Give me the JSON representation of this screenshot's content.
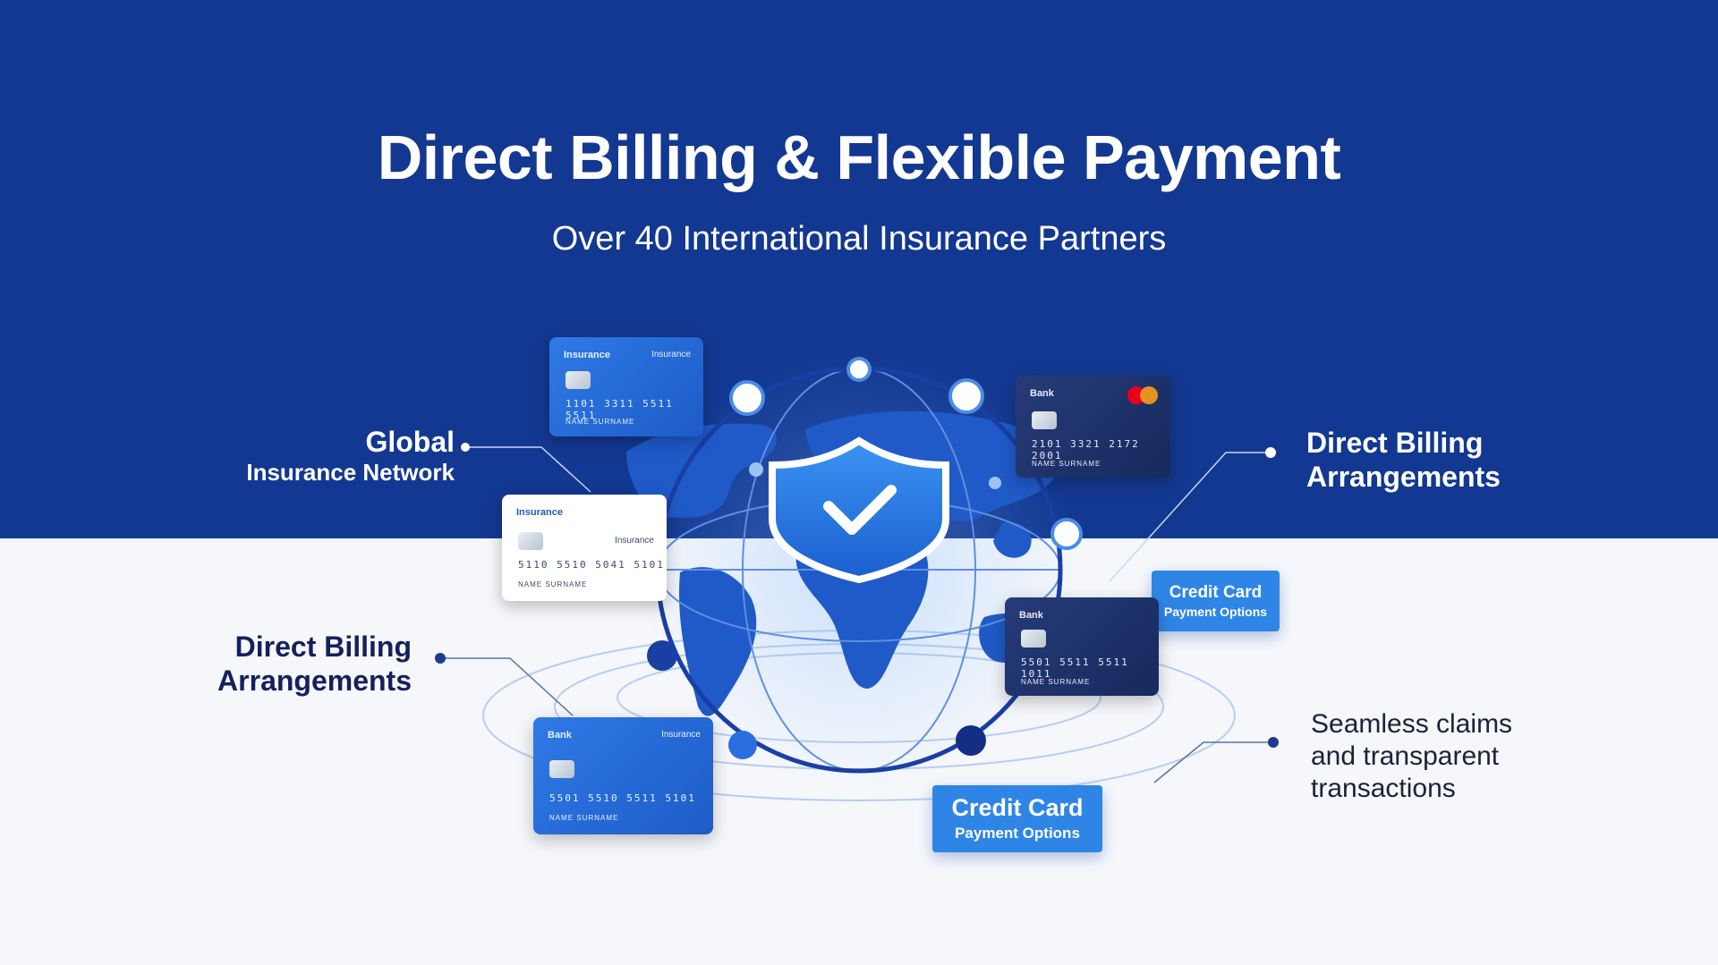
{
  "header": {
    "title": "Direct Billing & Flexible Payment",
    "subtitle": "Over 40 International Insurance Partners"
  },
  "labels": {
    "global_network": {
      "line1": "Global",
      "line2": "Insurance Network"
    },
    "billing_right": {
      "line1": "Direct Billing",
      "line2": "Arrangements"
    },
    "billing_left": {
      "line1": "Direct Billing",
      "line2": "Arrangements"
    },
    "seamless": {
      "line1": "Seamless claims",
      "line2": "and transparent",
      "line3": "transactions"
    }
  },
  "credit_card_boxes": {
    "right": {
      "title": "Credit Card",
      "subtitle": "Payment Options"
    },
    "bottom": {
      "title": "Credit Card",
      "subtitle": "Payment Options"
    }
  },
  "cards": [
    {
      "bank": "Insurance",
      "tag": "Insurance",
      "number": "1101 3311 5511 5511",
      "holder": "NAME SURNAME"
    },
    {
      "bank": "Bank",
      "tag": "",
      "number": "2101 3321 2172 2001",
      "holder": "NAME SURNAME"
    },
    {
      "bank": "Insurance",
      "tag": "Insurance",
      "number": "5110 5510 5041 5101",
      "holder": "NAME SURNAME"
    },
    {
      "bank": "Bank",
      "tag": "",
      "number": "5501 5511 5511 1011",
      "holder": "NAME SURNAME"
    },
    {
      "bank": "Bank",
      "tag": "Insurance",
      "number": "5501 5510 5511 5101",
      "holder": "NAME SURNAME"
    }
  ],
  "colors": {
    "banner_blue": "#133891",
    "accent_blue": "#2f85e6",
    "shield_blue": "#2f7ae6",
    "label_dark": "#15205c"
  },
  "icons": {
    "shield": "shield-check-icon",
    "globe": "globe-icon",
    "chip": "card-chip-icon",
    "mastercard": "mastercard-logo-icon"
  }
}
